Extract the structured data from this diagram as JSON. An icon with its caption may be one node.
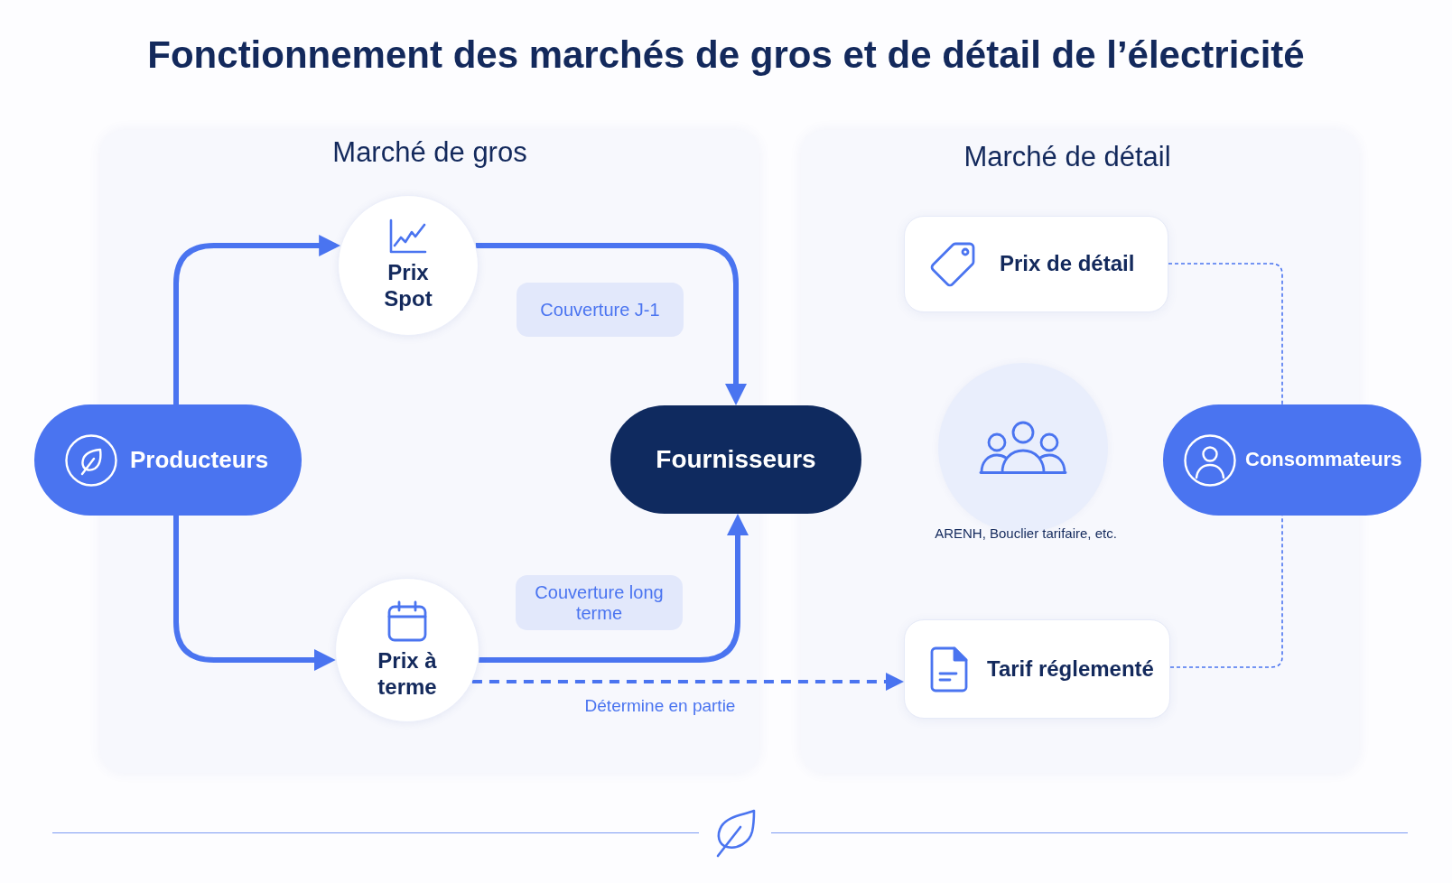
{
  "diagram": {
    "title": "Fonctionnement des marchés de gros et de détail de l’électricité",
    "nodes": [
      {
        "text": [
          "Producteurs"
        ]
      },
      {
        "text": [
          "Marché de gros"
        ]
      },
      {
        "text": [
          "Prix Spot"
        ],
        "in": 1
      },
      {
        "text": [
          "Prix à terme"
        ],
        "in": 1
      },
      {
        "text": [
          "Fournisseurs"
        ]
      },
      {
        "text": [
          "Marché de détail"
        ]
      },
      {
        "text": [
          "Prix de détail"
        ],
        "in": 5
      },
      {
        "text": [
          "ARENH, Bouclier tarifaire, etc."
        ],
        "in": 5
      },
      {
        "text": [
          "Tarif réglementé"
        ],
        "in": 5
      },
      {
        "text": [
          "Consommateurs"
        ]
      }
    ],
    "edges": [
      {
        "from": 0,
        "to": 2,
        "arrow": "to"
      },
      {
        "from": 0,
        "to": 3,
        "arrow": "to"
      },
      {
        "from": 2,
        "to": 4,
        "arrow": "to",
        "label": "Couverture J-1"
      },
      {
        "from": 3,
        "to": 4,
        "arrow": "to",
        "label": "Couverture long terme"
      },
      {
        "from": 3,
        "to": 8,
        "arrow": "to",
        "label": "Détermine en partie",
        "style": "dashed"
      },
      {
        "from": 6,
        "to": 9,
        "arrow": "none",
        "style": "dashed"
      },
      {
        "from": 8,
        "to": 9,
        "arrow": "none",
        "style": "dashed"
      }
    ]
  }
}
